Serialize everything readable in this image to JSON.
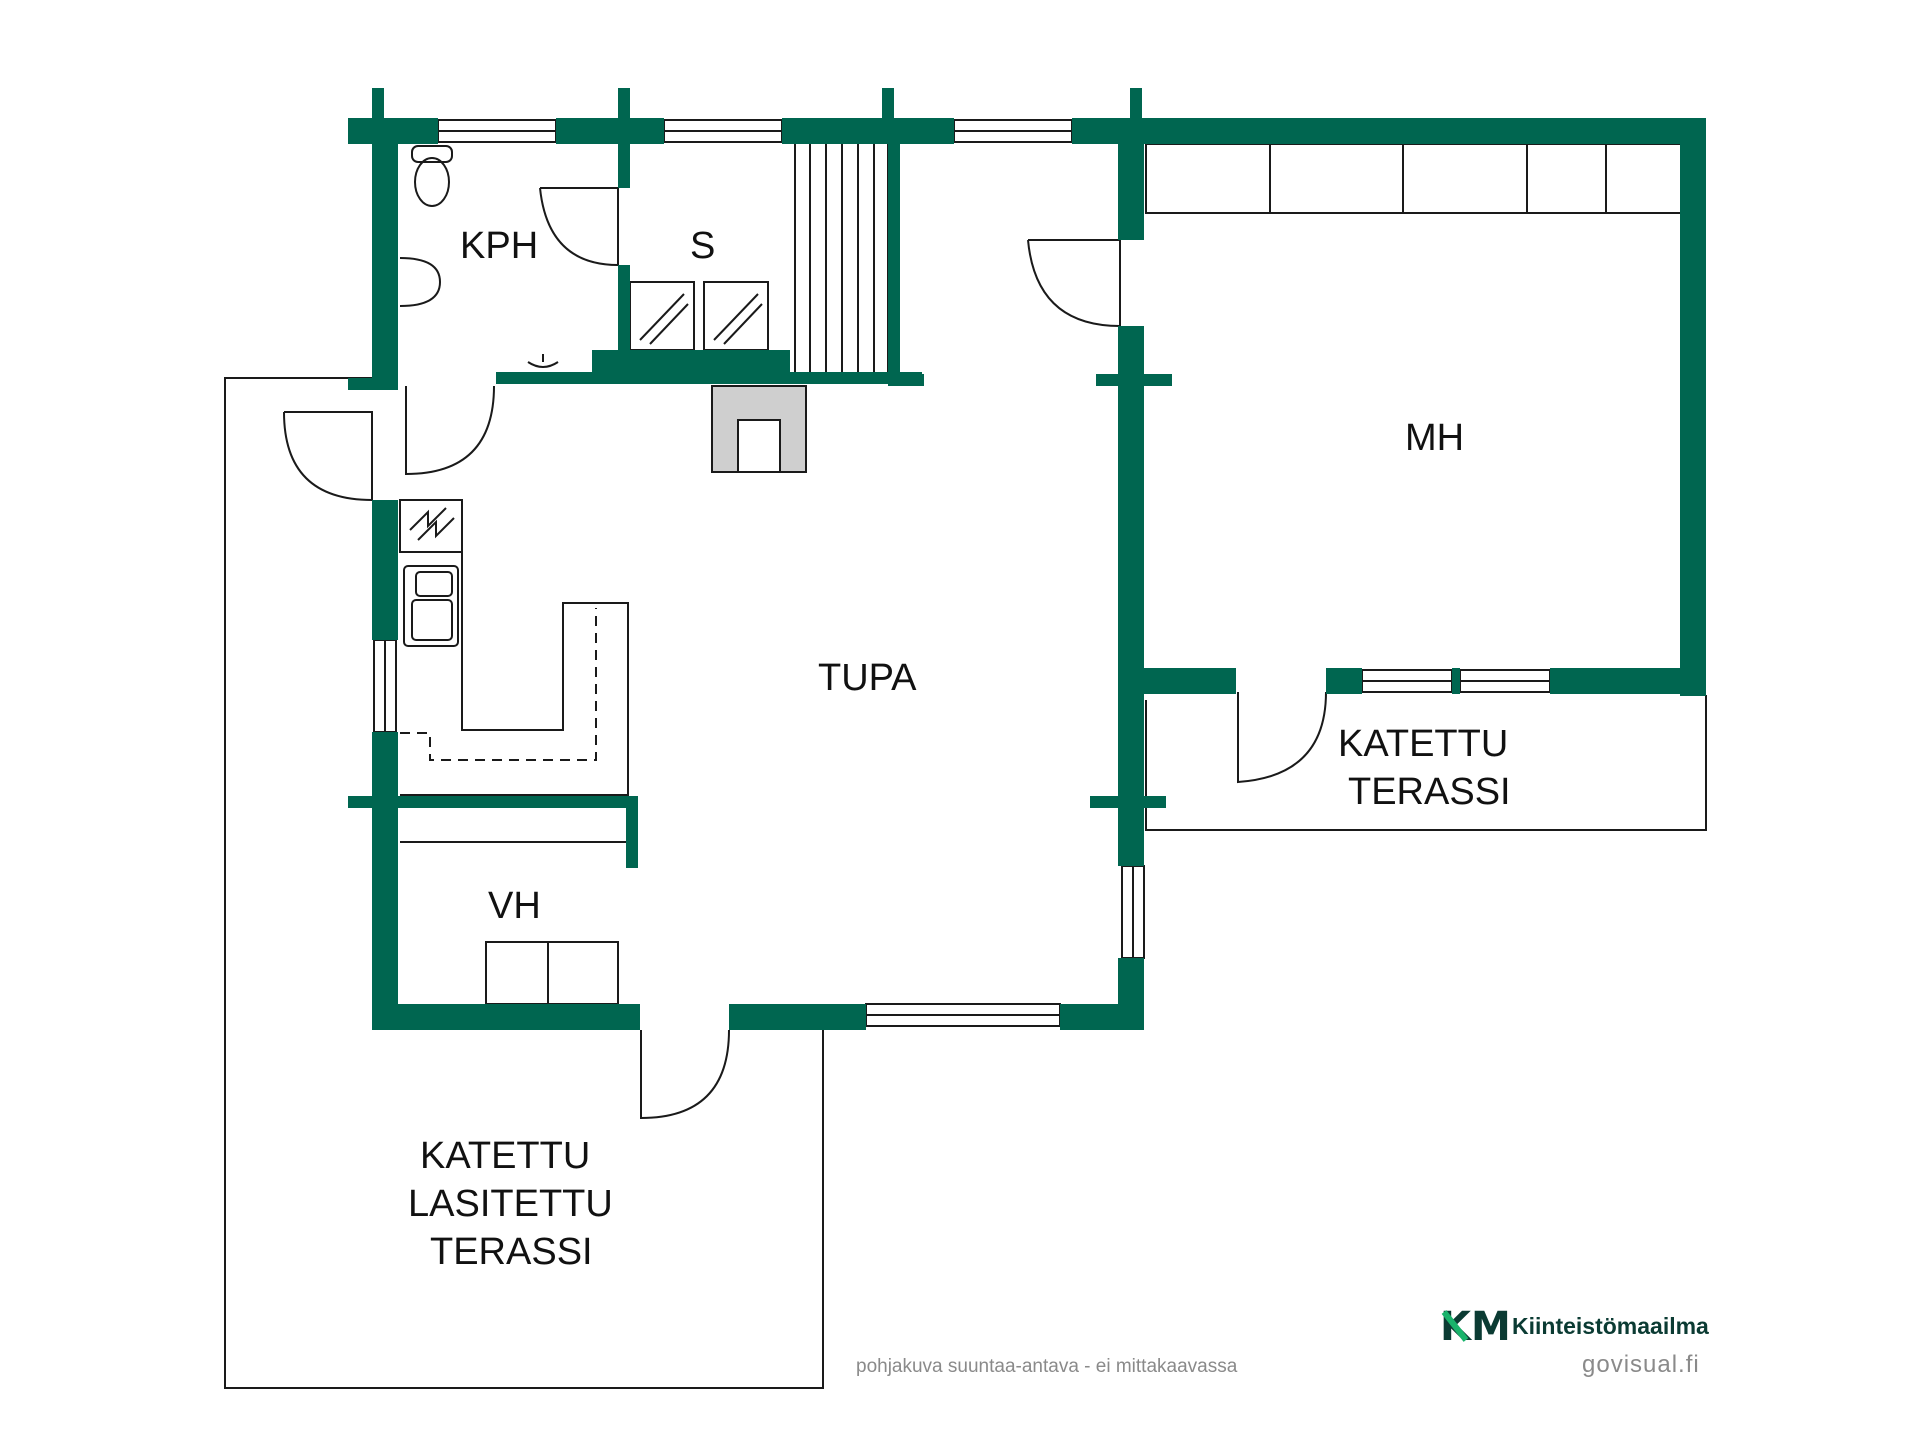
{
  "colors": {
    "wall": "#006650",
    "line": "#1a1a1a",
    "label": "#111111",
    "note": "#8a8a8a",
    "brand_dark": "#0b3b33",
    "brand_green": "#19b36b"
  },
  "rooms": {
    "kph": "KPH",
    "sauna": "S",
    "mh": "MH",
    "tupa": "TUPA",
    "vh": "VH",
    "terrace_right": [
      "KATETTU",
      "TERASSI"
    ],
    "terrace_bottom": [
      "KATETTU",
      "LASITETTU",
      "TERASSI"
    ]
  },
  "footer": {
    "disclaimer": "pohjakuva suuntaa-antava - ei mittakaavassa",
    "credit": "govisual.fi"
  },
  "brand": {
    "mark": "KM",
    "name": "Kiinteistömaailma",
    "icon": "km-logo-icon"
  }
}
